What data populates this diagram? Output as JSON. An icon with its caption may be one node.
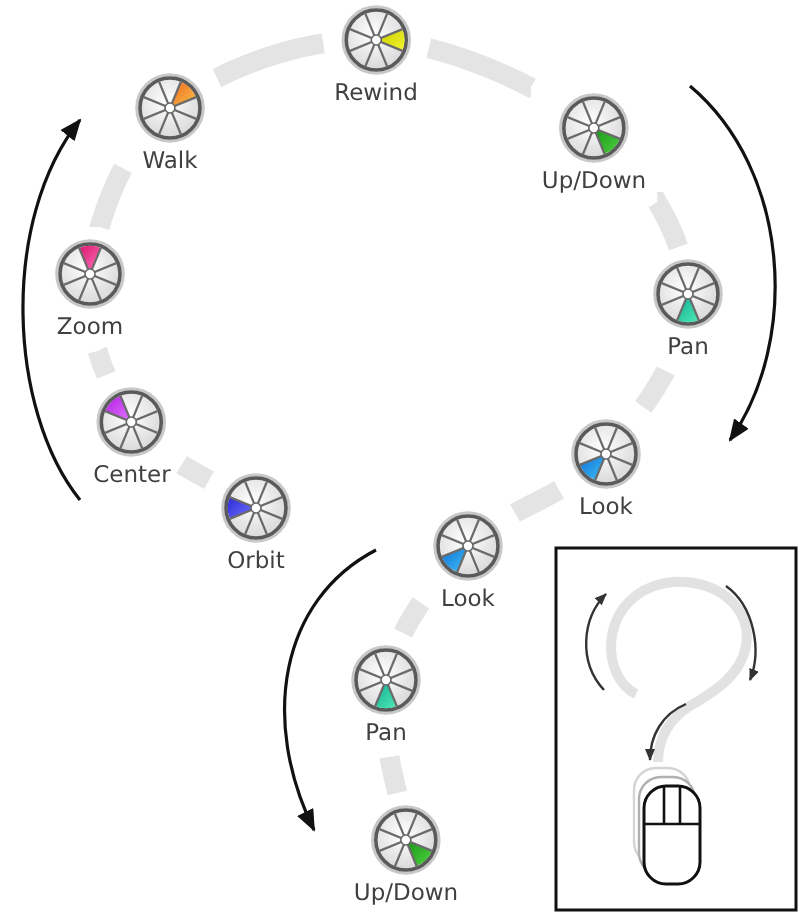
{
  "diagram": {
    "nodes": [
      {
        "text": [
          "Orbit"
        ]
      },
      {
        "text": [
          "Center"
        ]
      },
      {
        "text": [
          "Zoom"
        ]
      },
      {
        "text": [
          "Walk"
        ]
      },
      {
        "text": [
          "Rewind"
        ]
      },
      {
        "text": [
          "Up/Down"
        ]
      },
      {
        "text": [
          "Pan"
        ]
      },
      {
        "text": [
          "Look"
        ]
      },
      {
        "text": [
          "Look"
        ]
      },
      {
        "text": [
          "Pan"
        ]
      },
      {
        "text": [
          "Up/Down"
        ]
      }
    ],
    "edges": [
      {
        "from": 0,
        "to": 1,
        "arrow": "none"
      },
      {
        "from": 1,
        "to": 2,
        "arrow": "none"
      },
      {
        "from": 2,
        "to": 3,
        "arrow": "none"
      },
      {
        "from": 3,
        "to": 4,
        "arrow": "none"
      },
      {
        "from": 4,
        "to": 5,
        "arrow": "none"
      },
      {
        "from": 5,
        "to": 6,
        "arrow": "none"
      },
      {
        "from": 6,
        "to": 7,
        "arrow": "none"
      },
      {
        "from": 7,
        "to": 8,
        "arrow": "none"
      },
      {
        "from": 8,
        "to": 9,
        "arrow": "none"
      },
      {
        "from": 9,
        "to": 10,
        "arrow": "none"
      }
    ]
  }
}
